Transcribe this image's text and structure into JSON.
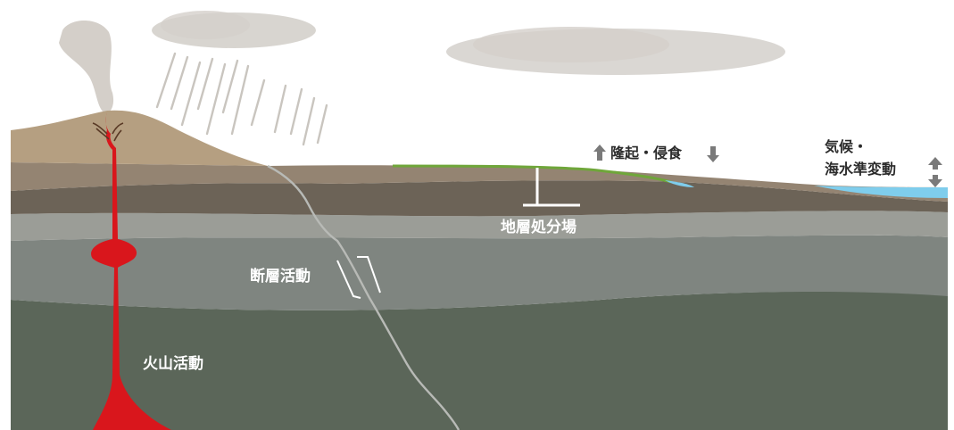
{
  "labels": {
    "uplift_erosion": "隆起・侵食",
    "climate_line1": "気候・",
    "climate_line2": "海水準変動",
    "disposal_site": "地層処分場",
    "fault_activity": "断層活動",
    "volcanic_activity": "火山活動"
  },
  "colors": {
    "cloud": "#d4d0cb",
    "smoke": "#cfcac3",
    "rain": "#c9c5bf",
    "surface_tan": "#b59f81",
    "layer_brown": "#948472",
    "layer_dark_brown": "#6c6357",
    "layer_light_gray": "#9b9d97",
    "layer_gray": "#7f8580",
    "deep_green_gray": "#5b6659",
    "grass": "#6fa63a",
    "sea": "#7fcdec",
    "magma": "#d9161c",
    "fault_line": "#b8bab6",
    "arrow_gray": "#7a7a7a"
  }
}
